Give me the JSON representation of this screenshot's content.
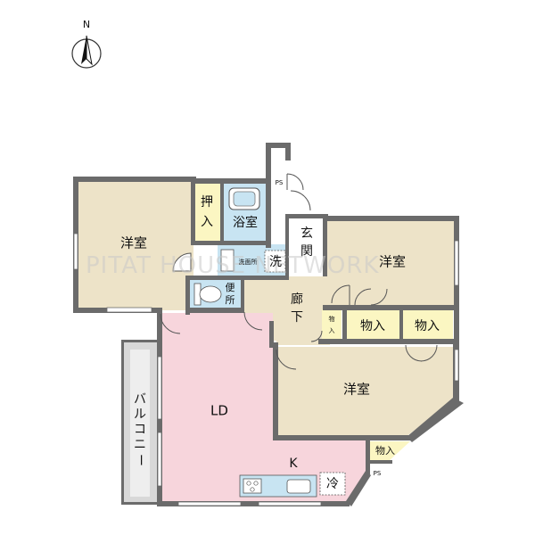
{
  "compass": {
    "label": "N"
  },
  "watermark": "PITAT HOUSE NETWORK",
  "rooms": {
    "youshitsu_nw": "洋室",
    "oshiire": "押入",
    "yokushitsu": "浴室",
    "senmenjo": "洗面所",
    "sentakuki": "洗",
    "benjo": "便所",
    "genkan": "玄関",
    "ps_top": "PS",
    "youshitsu_ne": "洋室",
    "rouka": "廊下",
    "mono_small": "物入",
    "mono_1": "物入",
    "mono_2": "物入",
    "youshitsu_se": "洋室",
    "ld": "LD",
    "balcony": "バルコニー",
    "k": "K",
    "mono_k": "物入",
    "ps_k": "PS",
    "reizouko": "冷"
  },
  "colors": {
    "room_beige": "#ede3c8",
    "ld_pink": "#f7d5dc",
    "wet_blue": "#c8e4f2",
    "storage_yellow": "#fbf6c2",
    "floor_white": "#ffffff",
    "wall": "#6b6b6b",
    "balcony": "#d8d8d8"
  }
}
